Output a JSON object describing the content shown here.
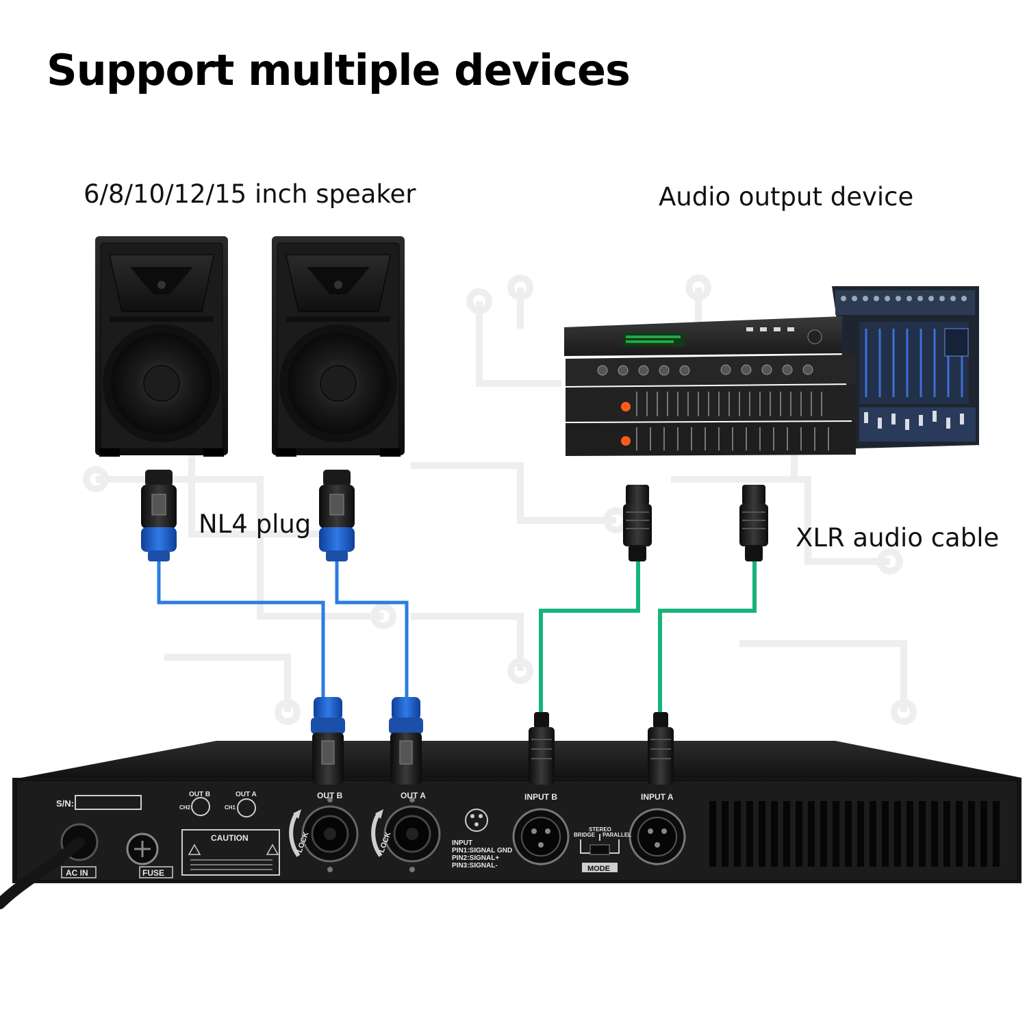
{
  "title": "Support multiple devices",
  "labels": {
    "speaker": "6/8/10/12/15 inch speaker",
    "output_device": "Audio output device",
    "nl4_plug": "NL4 plug",
    "xlr_cable": "XLR audio cable"
  },
  "amplifier_panel": {
    "sn": "S/N:",
    "out_b": "OUT B",
    "out_a": "OUT A",
    "input_b": "INPUT B",
    "input_a": "INPUT A",
    "mode": "MODE",
    "stereo": "STEREO",
    "bridge": "BRIDGE",
    "parallel": "PARALLEL",
    "ac_in": "AC IN",
    "fuse": "FUSE",
    "caution": "CAUTION",
    "lock": "LOCK",
    "input_text": "INPUT",
    "pin1": "PIN1:SIGNAL GND",
    "pin2": "PIN2:SIGNAL+",
    "pin3": "PIN3:SIGNAL-",
    "ch1": "CH1",
    "ch2": "CH2"
  },
  "colors": {
    "speaker_cable": "#2a7de1",
    "xlr_cable": "#17b47a",
    "nl4_connector": "#1f62c8",
    "amp_body": "#151515",
    "background_circuit": "#eef0f1"
  }
}
